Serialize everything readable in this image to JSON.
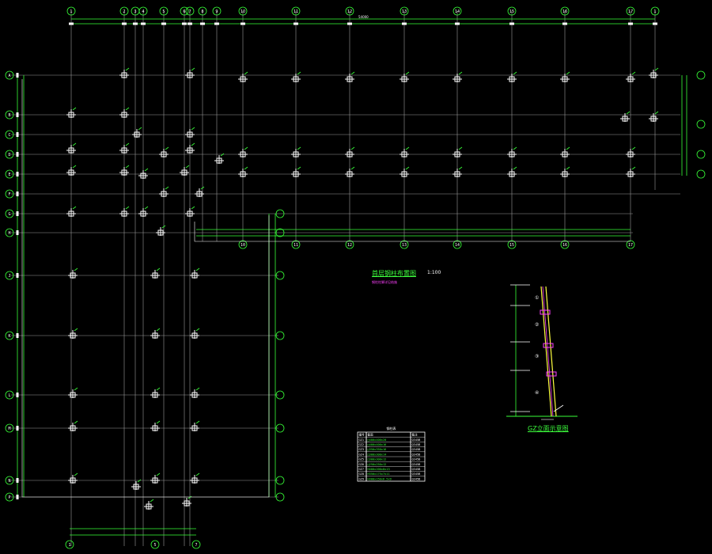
{
  "drawing": {
    "plan_title": "首层钢柱布置图",
    "plan_scale": "1:100",
    "plan_note": "钢柱柱脚详见结施",
    "elevation_title": "GZ立面示意图",
    "overall_dim": "54000",
    "table_header": [
      "编号",
      "截面",
      "备注"
    ],
    "table_rows": [
      [
        "GZ1",
        "□400x400x20",
        "Q345B"
      ],
      [
        "GZ2",
        "□400x400x16",
        "Q345B"
      ],
      [
        "GZ3",
        "□350x350x16",
        "Q345B"
      ],
      [
        "GZ4",
        "□300x300x14",
        "Q345B"
      ],
      [
        "GZ5",
        "□300x300x12",
        "Q345B"
      ],
      [
        "GZ6",
        "□250x250x12",
        "Q345B"
      ],
      [
        "GZ7",
        "H400x200x8x13",
        "Q345B"
      ],
      [
        "GZ8",
        "H350x175x7x11",
        "Q345B"
      ],
      [
        "GZ9",
        "H300x150x6.5x9",
        "Q345B"
      ]
    ]
  },
  "axes_top": [
    "1",
    "2",
    "3",
    "4",
    "5",
    "6",
    "7",
    "8",
    "9",
    "10",
    "11",
    "12",
    "13",
    "14",
    "15",
    "16",
    "17"
  ],
  "axes_left": [
    "A",
    "B",
    "C",
    "D",
    "E",
    "F",
    "G",
    "H",
    "J",
    "K",
    "L",
    "M",
    "N",
    "P"
  ],
  "colors": {
    "grid": "#bfbfbf",
    "dim": "#37ff37",
    "column": "#ffffff",
    "highlight": "#ff40ff",
    "frame": "#ffff40"
  }
}
